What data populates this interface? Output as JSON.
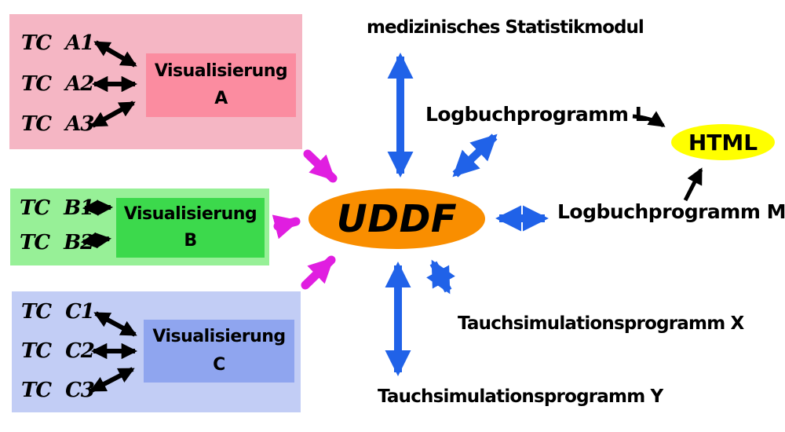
{
  "diagram": {
    "uddf": {
      "label": "UDDF"
    },
    "html_node": {
      "label": "HTML"
    },
    "peripherals": {
      "statistik": "medizinisches Statistikmodul",
      "logbuch_l": "Logbuchprogramm L",
      "logbuch_m": "Logbuchprogramm M",
      "tauchsim_x": "Tauchsimulationsprogramm X",
      "tauchsim_y": "Tauchsimulationsprogramm Y"
    },
    "groups": [
      {
        "name": "A",
        "title": "Visualisierung",
        "letter": "A",
        "computers": [
          "TC A1",
          "TC A2",
          "TC A3"
        ]
      },
      {
        "name": "B",
        "title": "Visualisierung",
        "letter": "B",
        "computers": [
          "TC B1",
          "TC B2"
        ]
      },
      {
        "name": "C",
        "title": "Visualisierung",
        "letter": "C",
        "computers": [
          "TC C1",
          "TC C2",
          "TC C3"
        ]
      }
    ],
    "colors": {
      "background": "#FFFFFF",
      "text": "#000000",
      "pink-outer": "#F5B6C4",
      "pink-inner": "#FB8CA0",
      "green-outer": "#97F097",
      "green-inner": "#3CD94C",
      "blue-outer": "#C2CDF5",
      "blue-inner": "#8FA5EF",
      "orange": "#F98E00",
      "yellow": "#FFFF00",
      "arrow-blue": "#2062E8",
      "arrow-magenta": "#E01EE0",
      "arrow-black": "#000000"
    }
  }
}
